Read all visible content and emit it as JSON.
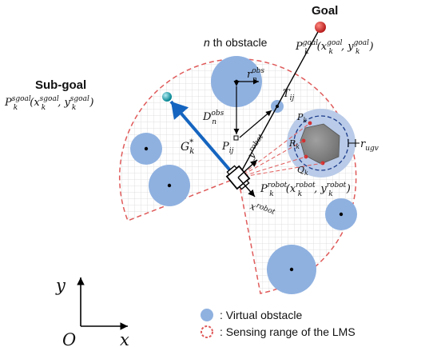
{
  "goal": {
    "title": "Goal",
    "label_main": "P",
    "label_sup": "goal",
    "label_sub": "k",
    "label_rest": "(x",
    "label_x_sup": "goal",
    "label_x_sub": "k",
    "label_comma": ", y",
    "label_y_sup": "goal",
    "label_y_sub": "k",
    "label_close": ")"
  },
  "subgoal": {
    "title": "Sub-goal",
    "label_main": "P",
    "label_sup": "sgoal",
    "label_sub": "k",
    "label_rest": "(x",
    "label_x_sup": "sgoal",
    "label_x_sub": "k",
    "label_comma": ", y",
    "label_y_sup": "sgoal",
    "label_y_sub": "k",
    "label_close": ")"
  },
  "obstacle": {
    "title_n": "n",
    "title_rest": " th obstacle",
    "r_main": "r",
    "r_sub": "n",
    "r_sup": "obs",
    "d_main": "D",
    "d_sub": "n",
    "d_sup": "obs",
    "t_main": "T",
    "t_sub": "ij",
    "p_main": "P",
    "p_sub": "ij"
  },
  "gk": {
    "main": "G",
    "sub": "k",
    "sup": "*"
  },
  "robot": {
    "label_main": "P",
    "label_sup": "robot",
    "label_sub": "k",
    "label_rest": "(x",
    "label_x_sup": "robot",
    "label_x_sub": "k",
    "label_comma": ", y",
    "label_y_sup": "robot",
    "label_y_sub": "k",
    "label_close": ")",
    "x_axis_main": "x",
    "x_axis_sup": "robot",
    "y_axis_main": "y",
    "y_axis_sup": "robot"
  },
  "ugv": {
    "p_main": "P",
    "p_sub": "k",
    "r_main": "R",
    "r_sub": "k",
    "q_main": "Q",
    "q_sub": "k",
    "r_ugv_main": "r",
    "r_ugv_sub": "ugv"
  },
  "axes": {
    "x": "x",
    "y": "y",
    "origin": "O"
  },
  "legend": {
    "virtual_obstacle": ": Virtual obstacle",
    "sensing_range": ": Sensing range of the LMS"
  },
  "colors": {
    "obstacle_fill": "#8fb1e0",
    "sensing_border": "#e05a5a",
    "goal_red": "#c62828",
    "subgoal_cyan": "#17b1c0",
    "gk_arrow": "#1565c0",
    "ugv_gray": "#8a8a8a",
    "ugv_halo": "#b9cbe8"
  }
}
